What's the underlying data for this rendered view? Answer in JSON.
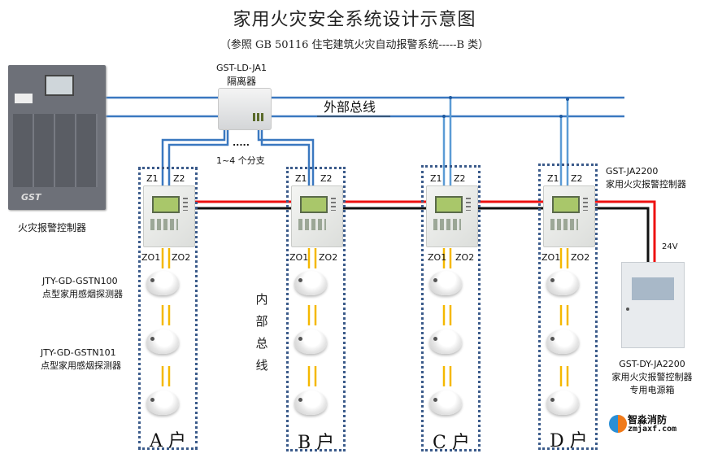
{
  "title": "家用火灾安全系统设计示意图",
  "subtitle": "（参照 GB 50116 住宅建筑火灾自动报警系统-----B 类）",
  "main_controller": {
    "label": "火灾报警控制器",
    "brand": "GST"
  },
  "isolator": {
    "model": "GST-LD-JA1",
    "label": "隔离器"
  },
  "external_bus_label": "外部总线",
  "branch_dots": ".....",
  "branch_note": "1~4 个分支",
  "internal_bus_label": [
    "内",
    "部",
    "总",
    "线"
  ],
  "zone_inputs": [
    "Z1",
    "Z2"
  ],
  "zone_outputs": [
    "ZO1",
    "ZO2"
  ],
  "detectors": [
    {
      "model": "JTY-GD-GSTN100",
      "name": "点型家用感烟探测器"
    },
    {
      "model": "JTY-GD-GSTN101",
      "name": "点型家用感烟探测器"
    }
  ],
  "households": [
    {
      "label": "A 户"
    },
    {
      "label": "B 户"
    },
    {
      "label": "C 户"
    },
    {
      "label": "D 户"
    }
  ],
  "home_controller": {
    "model": "GST-JA2200",
    "name": "家用火灾报警控制器"
  },
  "power_voltage": "24V",
  "power_supply": {
    "model": "GST-DY-JA2200",
    "name": "家用火灾报警控制器",
    "desc": "专用电源箱"
  },
  "watermark": {
    "name": "智淼消防",
    "url": "zmjaxf.com"
  },
  "colors": {
    "bus_blue": "#3a78c0",
    "power_red": "#ee1111",
    "power_black": "#111111",
    "zone_yellow": "#f5b800",
    "box_border": "#3a5a8a"
  }
}
